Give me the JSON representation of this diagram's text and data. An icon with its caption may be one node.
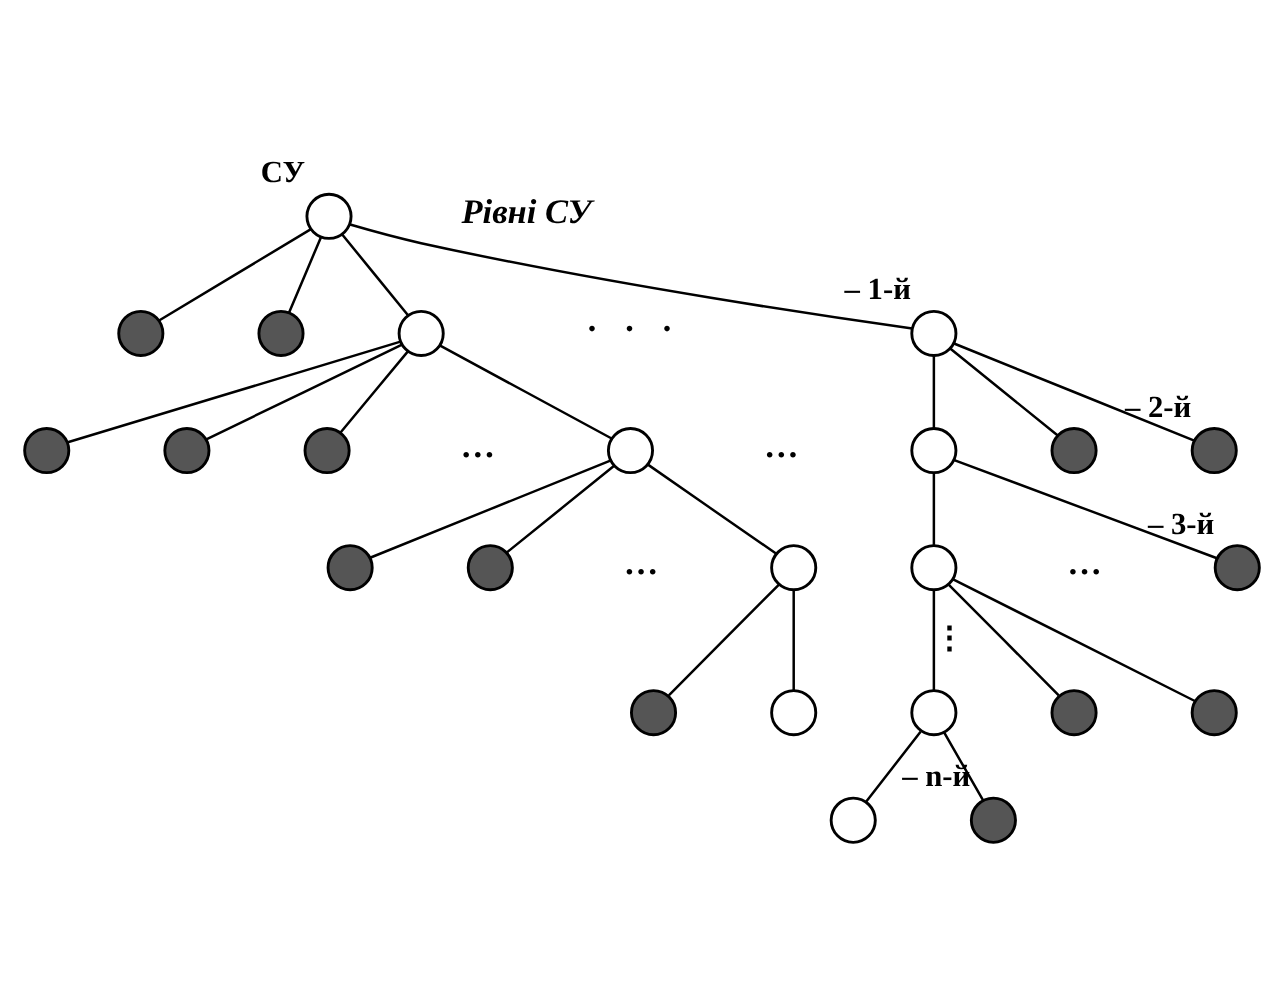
{
  "diagram": {
    "nodes": [
      {
        "text": [
          "СУ"
        ]
      },
      {
        "text": [],
        "shape": "circle"
      },
      {
        "text": [],
        "shape": "circle"
      },
      {
        "text": [],
        "shape": "circle"
      },
      {
        "text": [],
        "shape": "circle",
        "beside": [
          "– 1-й"
        ]
      },
      {
        "text": [],
        "shape": "circle"
      },
      {
        "text": [],
        "shape": "circle"
      },
      {
        "text": [],
        "shape": "circle"
      },
      {
        "text": [],
        "shape": "circle"
      },
      {
        "text": [],
        "shape": "circle"
      },
      {
        "text": [],
        "shape": "circle"
      },
      {
        "text": [],
        "shape": "circle",
        "beside": [
          "– 2-й"
        ]
      },
      {
        "text": [],
        "shape": "circle"
      },
      {
        "text": [],
        "shape": "circle"
      },
      {
        "text": [],
        "shape": "circle"
      },
      {
        "text": [],
        "shape": "circle"
      },
      {
        "text": [],
        "shape": "circle",
        "beside": [
          "– 3-й"
        ]
      },
      {
        "text": [],
        "shape": "circle"
      },
      {
        "text": [],
        "shape": "circle"
      },
      {
        "text": [],
        "shape": "circle"
      },
      {
        "text": [],
        "shape": "circle"
      },
      {
        "text": [],
        "shape": "circle"
      },
      {
        "text": [],
        "shape": "circle"
      },
      {
        "text": [],
        "shape": "circle",
        "beside": [
          "– n-й"
        ]
      }
    ],
    "edges": [
      {
        "from": 0,
        "to": 1,
        "arrow": "none"
      },
      {
        "from": 0,
        "to": 2,
        "arrow": "none"
      },
      {
        "from": 0,
        "to": 3,
        "arrow": "none"
      },
      {
        "from": 0,
        "to": 4,
        "arrow": "none"
      },
      {
        "from": 3,
        "to": 5,
        "arrow": "none"
      },
      {
        "from": 3,
        "to": 6,
        "arrow": "none"
      },
      {
        "from": 3,
        "to": 7,
        "arrow": "none"
      },
      {
        "from": 3,
        "to": 8,
        "arrow": "none"
      },
      {
        "from": 8,
        "to": 12,
        "arrow": "none"
      },
      {
        "from": 8,
        "to": 13,
        "arrow": "none"
      },
      {
        "from": 8,
        "to": 14,
        "arrow": "none"
      },
      {
        "from": 14,
        "to": 17,
        "arrow": "none"
      },
      {
        "from": 14,
        "to": 18,
        "arrow": "none"
      },
      {
        "from": 4,
        "to": 9,
        "arrow": "none"
      },
      {
        "from": 4,
        "to": 10,
        "arrow": "none"
      },
      {
        "from": 4,
        "to": 11,
        "arrow": "none"
      },
      {
        "from": 9,
        "to": 15,
        "arrow": "none"
      },
      {
        "from": 9,
        "to": 16,
        "arrow": "none"
      },
      {
        "from": 15,
        "to": 19,
        "arrow": "none",
        "label": "⋮"
      },
      {
        "from": 15,
        "to": 20,
        "arrow": "none"
      },
      {
        "from": 15,
        "to": 21,
        "arrow": "none"
      },
      {
        "from": 19,
        "to": 22,
        "arrow": "none"
      },
      {
        "from": 19,
        "to": 23,
        "arrow": "none"
      }
    ],
    "labels": [
      "Рівні СУ",
      "·   ·   ·",
      "…",
      "…",
      "…",
      "…"
    ]
  }
}
